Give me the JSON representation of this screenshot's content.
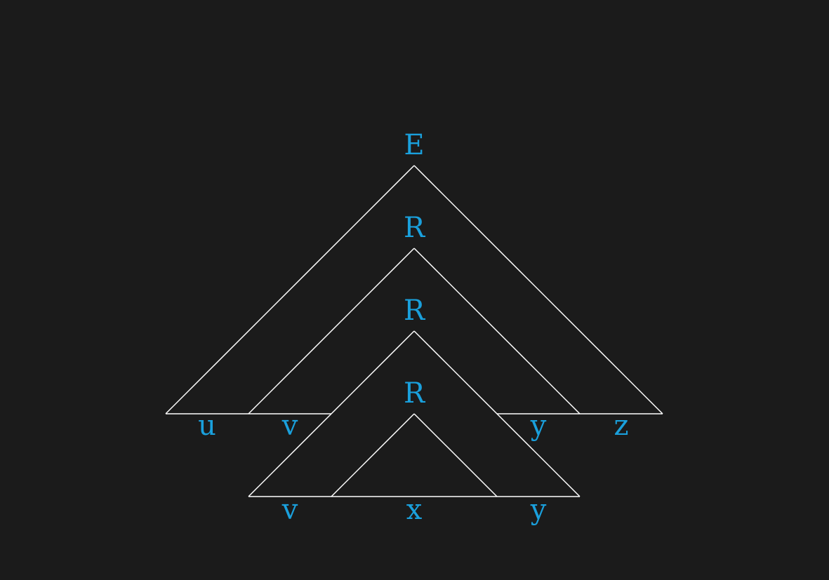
{
  "colors": {
    "background": "#1b1b1b",
    "line": "#ffffff",
    "label": "#1aa0dc"
  },
  "nodes": {
    "root": "E",
    "level1": "R",
    "level2": "R",
    "level3": "R"
  },
  "top_row": {
    "u": "u",
    "v": "v",
    "y": "y",
    "z": "z"
  },
  "bottom_row": {
    "v": "v",
    "x": "x",
    "y": "y"
  }
}
